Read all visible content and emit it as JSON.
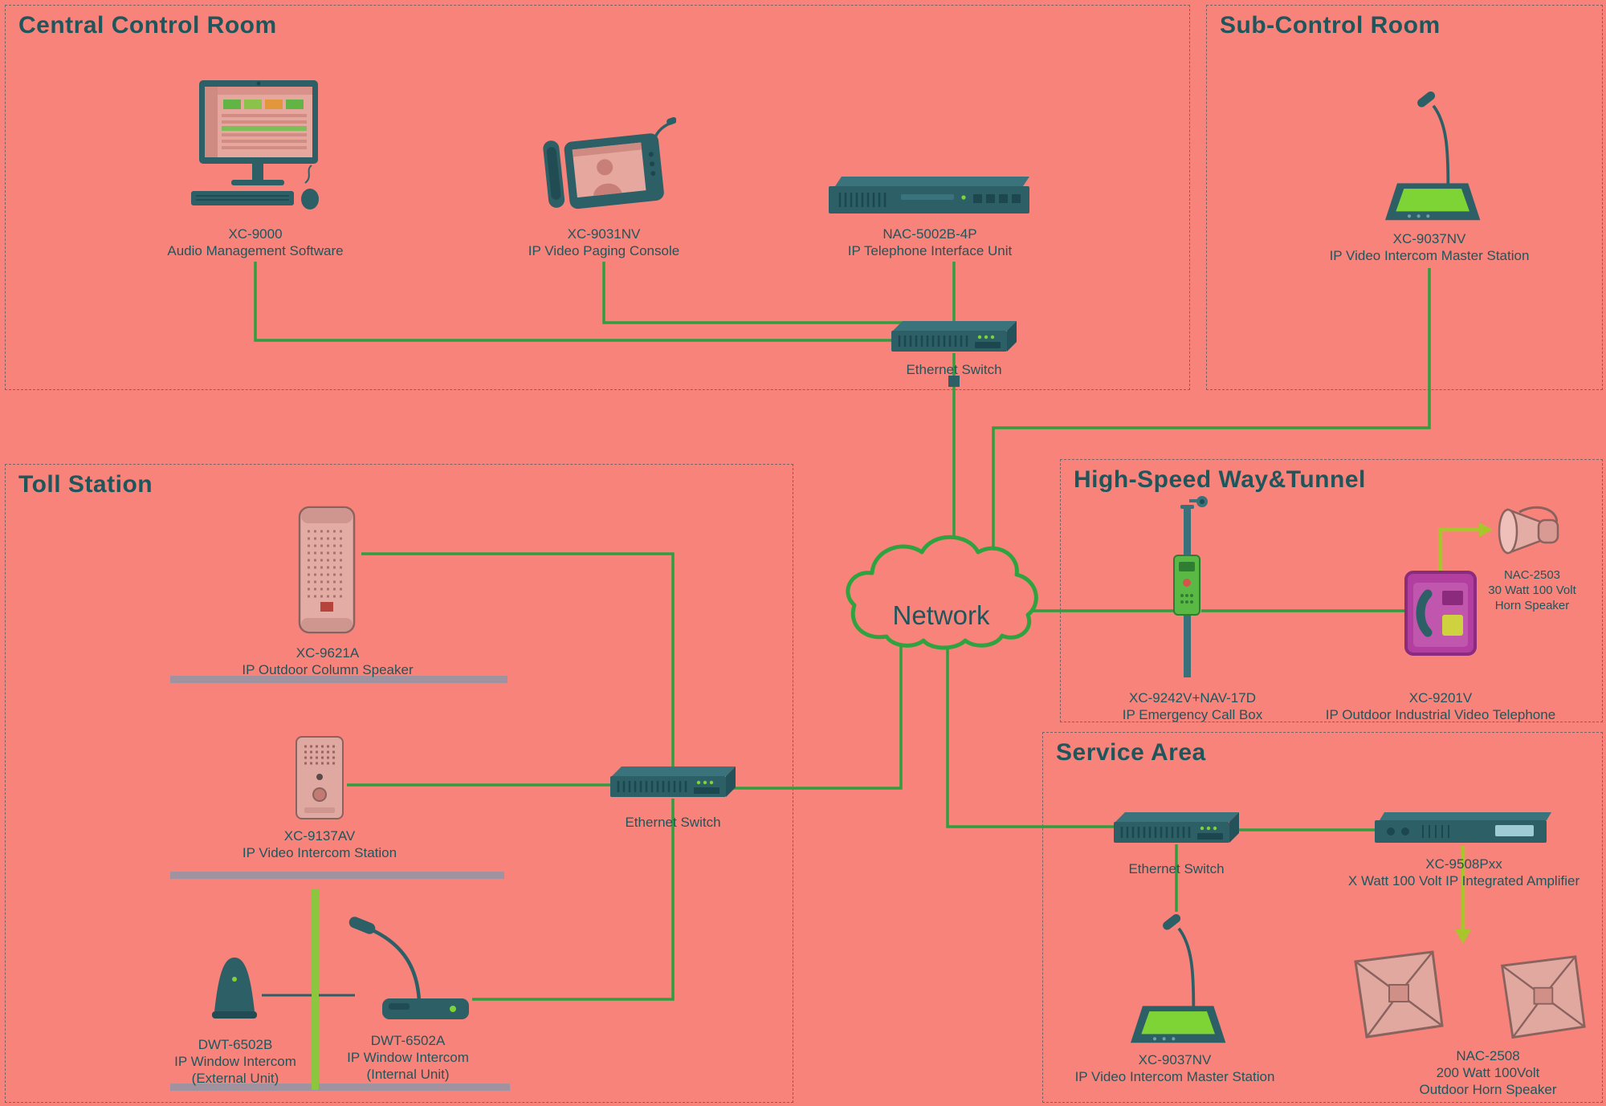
{
  "colors": {
    "background": "#f8837b",
    "text": "#1f565c",
    "line_green": "#2f9e3f",
    "cloud_green": "#2fa33f",
    "arrow_yellow_green": "#a8c62c",
    "window_bar_green": "#8cc63e",
    "device_teal": "#2d5f66",
    "device_purple": "#b23ea0",
    "screen_green": "#7fd435",
    "callbox_green": "#5ab944",
    "gray_bar": "#a0929e"
  },
  "regions": {
    "central_control_room": {
      "title": "Central Control Room"
    },
    "sub_control_room": {
      "title": "Sub-Control Room"
    },
    "toll_station": {
      "title": "Toll Station"
    },
    "highway_tunnel": {
      "title": "High-Speed Way&Tunnel"
    },
    "service_area": {
      "title": "Service Area"
    }
  },
  "network": {
    "label": "Network"
  },
  "nodes": {
    "xc9000": {
      "model": "XC-9000",
      "desc": "Audio Management Software"
    },
    "xc9031nv": {
      "model": "XC-9031NV",
      "desc": "IP Video Paging Console"
    },
    "nac5002b4p": {
      "model": "NAC-5002B-4P",
      "desc": "IP Telephone Interface Unit"
    },
    "central_switch": {
      "label": "Ethernet Switch"
    },
    "sub_master": {
      "model": "XC-9037NV",
      "desc": "IP Video Intercom Master Station"
    },
    "xc9621a": {
      "model": "XC-9621A",
      "desc": "IP Outdoor Column Speaker"
    },
    "xc9137av": {
      "model": "XC-9137AV",
      "desc": "IP Video Intercom Station"
    },
    "toll_switch": {
      "label": "Ethernet Switch"
    },
    "dwt6502b": {
      "model": "DWT-6502B",
      "desc": "IP Window Intercom",
      "desc2": "(External Unit)"
    },
    "dwt6502a": {
      "model": "DWT-6502A",
      "desc": "IP Window Intercom",
      "desc2": "(Internal Unit)"
    },
    "callbox": {
      "model": "XC-9242V+NAV-17D",
      "desc": "IP Emergency Call Box"
    },
    "nac2503": {
      "model": "NAC-2503",
      "desc": "30 Watt 100 Volt",
      "desc2": "Horn Speaker"
    },
    "xc9201v": {
      "model": "XC-9201V",
      "desc": "IP Outdoor Industrial Video Telephone"
    },
    "service_switch": {
      "label": "Ethernet Switch"
    },
    "xc9508pxx": {
      "model": "XC-9508Pxx",
      "desc": "X Watt 100 Volt IP Integrated Amplifier"
    },
    "service_master": {
      "model": "XC-9037NV",
      "desc": "IP Video Intercom Master Station"
    },
    "nac2508": {
      "model": "NAC-2508",
      "desc": "200 Watt 100Volt",
      "desc2": "Outdoor Horn Speaker"
    }
  }
}
